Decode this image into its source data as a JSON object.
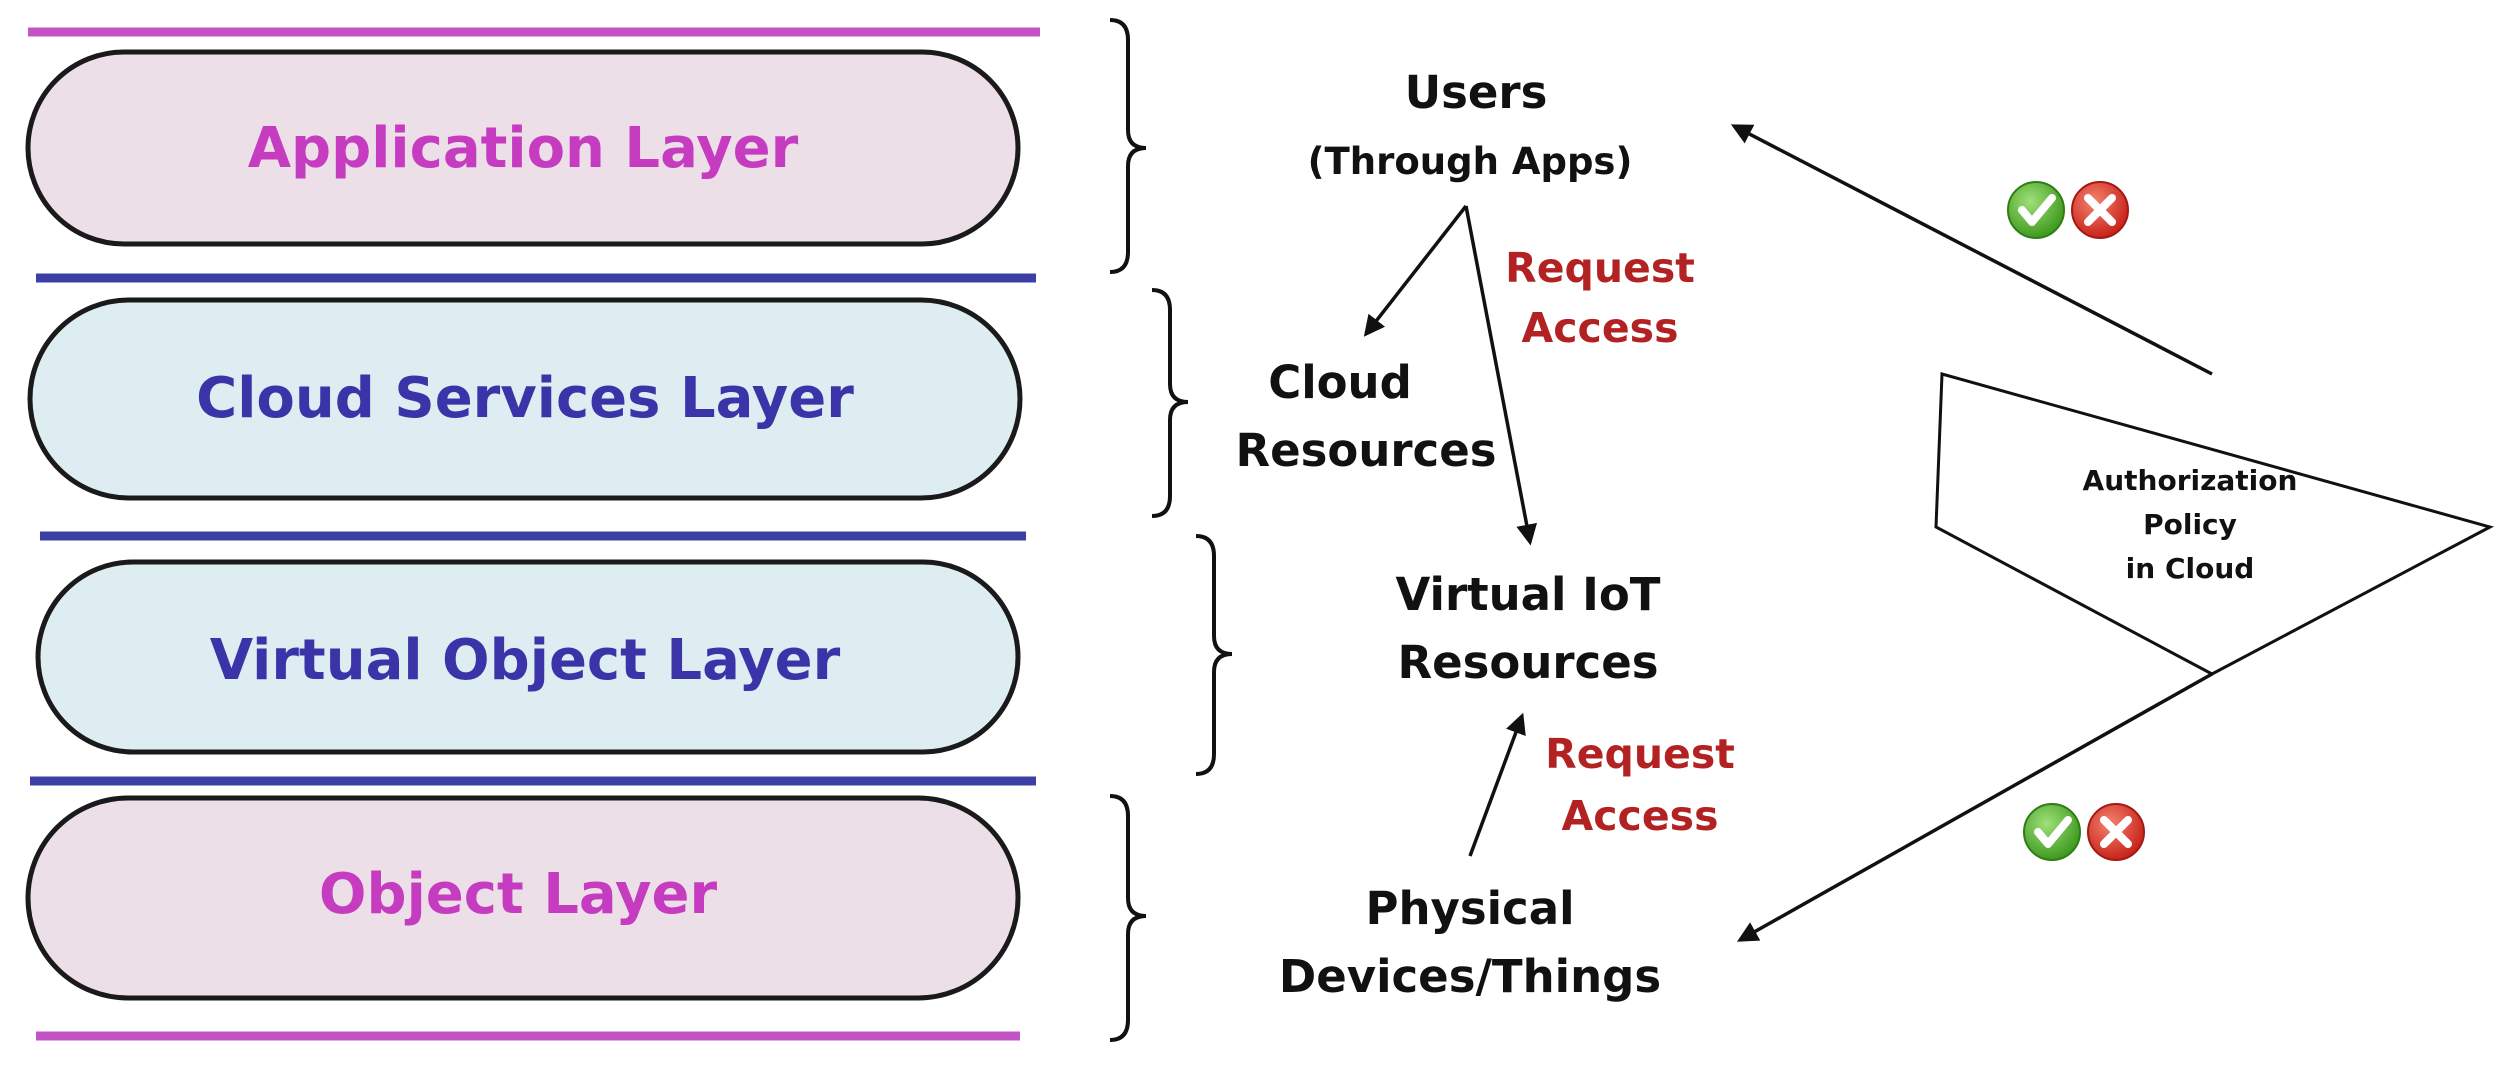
{
  "colors": {
    "magenta_text": "#c63cc0",
    "blue_text": "#3a34a8",
    "magenta_line": "#c254c4",
    "blue_line": "#3c3fa5",
    "pink_fill": "#ecdfe7",
    "cyan_fill": "#ddedf1",
    "request_red": "#b32222",
    "check_green": "#55b233",
    "cross_red": "#d83427"
  },
  "layers": [
    {
      "label": "Application Layer"
    },
    {
      "label": "Cloud Services Layer"
    },
    {
      "label": "Virtual Object Layer"
    },
    {
      "label": "Object Layer"
    }
  ],
  "nodes": {
    "users": {
      "title": "Users",
      "subtitle": "(Through Apps)"
    },
    "cloud_resources": {
      "line1": "Cloud",
      "line2": "Resources"
    },
    "virtual_iot": {
      "line1": "Virtual IoT",
      "line2": "Resources"
    },
    "physical": {
      "line1": "Physical",
      "line2": "Devices/Things"
    }
  },
  "requests": {
    "top": {
      "line1": "Request",
      "line2": "Access"
    },
    "bottom": {
      "line1": "Request",
      "line2": "Access"
    }
  },
  "policy": {
    "line1": "Authorization",
    "line2": "Policy",
    "line3": "in Cloud"
  },
  "icons": [
    "check-icon",
    "cross-icon"
  ]
}
